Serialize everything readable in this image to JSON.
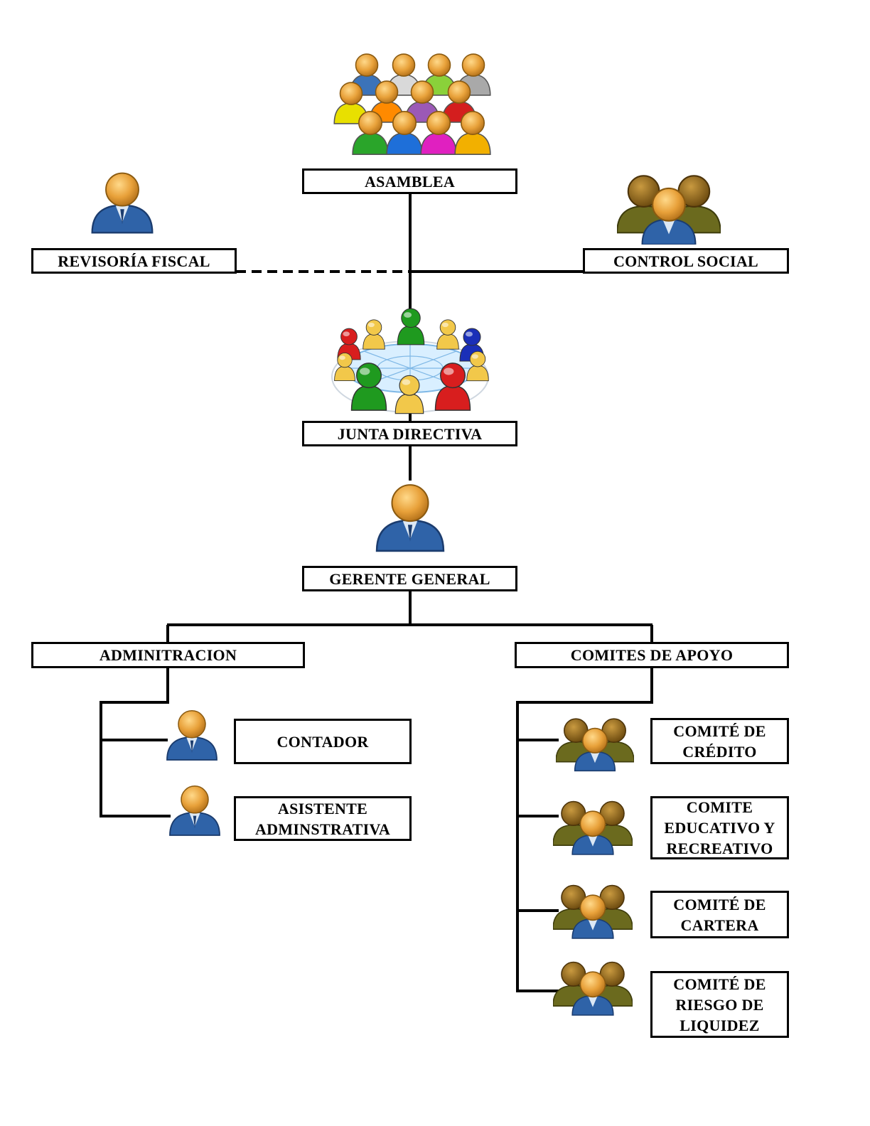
{
  "nodes": {
    "asamblea": {
      "label": "ASAMBLEA",
      "icon": "crowd-icon"
    },
    "revisoria": {
      "label": "REVISORÍA FISCAL",
      "icon": "person-icon"
    },
    "control_social": {
      "label": "CONTROL SOCIAL",
      "icon": "group-icon"
    },
    "junta": {
      "label": "JUNTA DIRECTIVA",
      "icon": "meeting-table-icon"
    },
    "gerente": {
      "label": "GERENTE GENERAL",
      "icon": "person-icon"
    },
    "administracion": {
      "label": "ADMINITRACION"
    },
    "comites": {
      "label": "COMITES DE APOYO"
    },
    "contador": {
      "label": "CONTADOR",
      "icon": "person-icon"
    },
    "asistente": {
      "lines": [
        "ASISTENTE",
        "ADMINSTRATIVA"
      ],
      "icon": "person-icon"
    },
    "comite_credito": {
      "lines": [
        "COMITÉ DE",
        "CRÉDITO"
      ],
      "icon": "group-icon"
    },
    "comite_educativo": {
      "lines": [
        "COMITE",
        "EDUCATIVO Y",
        "RECREATIVO"
      ],
      "icon": "group-icon"
    },
    "comite_cartera": {
      "lines": [
        "COMITÉ DE",
        "CARTERA"
      ],
      "icon": "group-icon"
    },
    "comite_riesgo": {
      "lines": [
        "COMITÉ DE",
        "RIESGO DE",
        "LIQUIDEZ"
      ],
      "icon": "group-icon"
    }
  },
  "colors": {
    "skin": "#e8a13a",
    "blue_body": "#2f63a8",
    "olive_body": "#6b6a1e",
    "brown_head": "#8a6418",
    "line": "#000000"
  }
}
